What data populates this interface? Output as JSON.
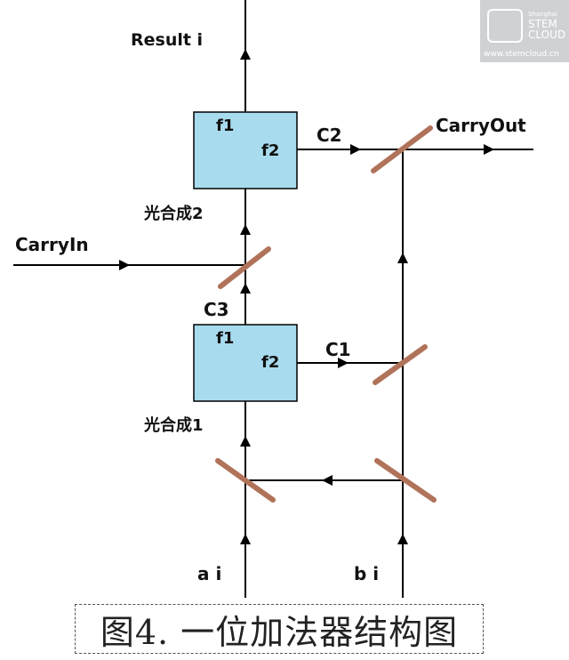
{
  "diagram": {
    "result_label": "Result i",
    "carry_out_label": "CarryOut",
    "carry_in_label": "CarryIn",
    "c1_label": "C1",
    "c2_label": "C2",
    "c3_label": "C3",
    "ai_label": "a i",
    "bi_label": "b i",
    "combine2_label": "光合成2",
    "combine1_label": "光合成1",
    "upper_box": {
      "f1": "f1",
      "f2": "f2"
    },
    "lower_box": {
      "f1": "f1",
      "f2": "f2"
    },
    "colors": {
      "box_fill": "#a9dbee",
      "mirror": "#b0735a",
      "line": "#000000"
    }
  },
  "caption": "图4. 一位加法器结构图",
  "watermark": {
    "small": "Shanghai",
    "line1": "STEM",
    "line2": "CLOUD",
    "url": "www.stemcloud.cn"
  }
}
